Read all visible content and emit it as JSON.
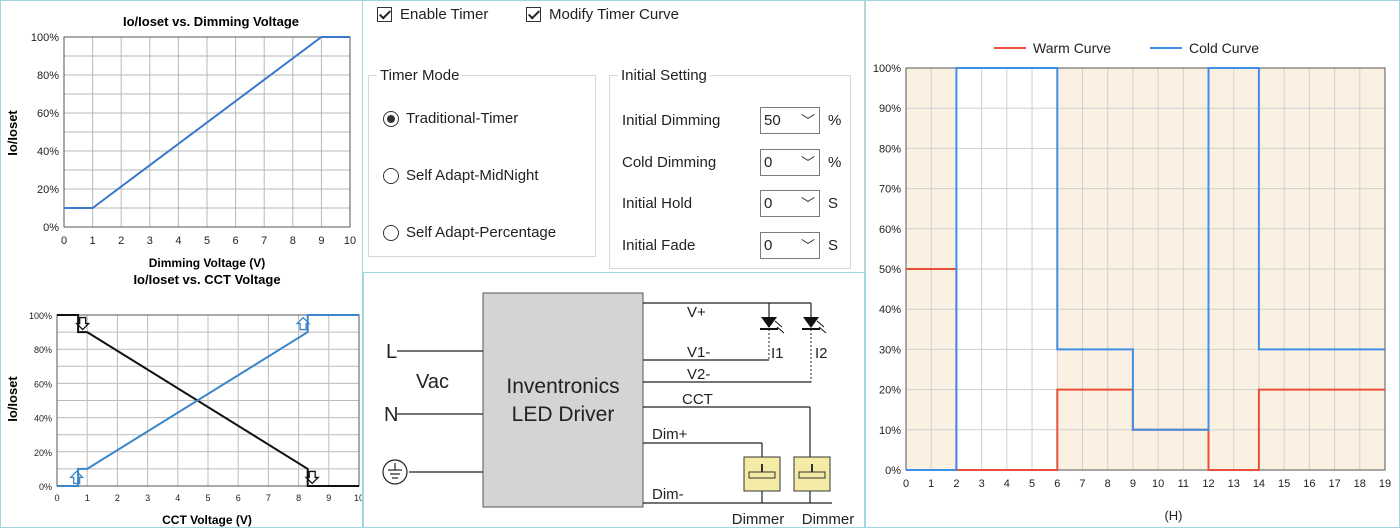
{
  "left_charts": {
    "dimming_chart": {
      "title": "Io/Ioset vs. Dimming Voltage",
      "xlabel": "Dimming Voltage (V)",
      "ylabel": "Io/Ioset",
      "xticks": [
        "0",
        "1",
        "2",
        "3",
        "4",
        "5",
        "6",
        "7",
        "8",
        "9",
        "10"
      ],
      "yticks": [
        "0%",
        "20%",
        "40%",
        "60%",
        "80%",
        "100%"
      ]
    },
    "cct_chart": {
      "title": "Io/Ioset vs. CCT Voltage",
      "xlabel": "CCT Voltage (V)",
      "ylabel": "Io/Ioset",
      "xticks": [
        "0",
        "1",
        "2",
        "3",
        "4",
        "5",
        "6",
        "7",
        "8",
        "9",
        "10"
      ],
      "yticks": [
        "0%",
        "20%",
        "40%",
        "60%",
        "80%",
        "100%"
      ]
    }
  },
  "settings": {
    "enable_timer_label": "Enable Timer",
    "modify_curve_label": "Modify Timer Curve",
    "timer_mode": {
      "legend": "Timer Mode",
      "options": [
        "Traditional-Timer",
        "Self Adapt-MidNight",
        "Self Adapt-Percentage"
      ],
      "selected": "Traditional-Timer"
    },
    "initial_setting": {
      "legend": "Initial Setting",
      "rows": [
        {
          "label": "Initial Dimming",
          "value": "50",
          "unit": "%"
        },
        {
          "label": "Cold Dimming",
          "value": "0",
          "unit": "%"
        },
        {
          "label": "Initial Hold",
          "value": "0",
          "unit": "S"
        },
        {
          "label": "Initial Fade",
          "value": "0",
          "unit": "S"
        }
      ]
    }
  },
  "wiring": {
    "driver_line1": "Inventronics",
    "driver_line2": "LED Driver",
    "input_L": "L",
    "input_N": "N",
    "input_vac": "Vac",
    "out_vplus": "V+",
    "out_v1": "V1-",
    "out_v2": "V2-",
    "out_cct": "CCT",
    "out_dimplus": "Dim+",
    "out_dimminus": "Dim-",
    "label_i1": "I1",
    "label_i2": "I2",
    "dimmer1": "Dimmer",
    "dimmer2": "Dimmer"
  },
  "chart_data": [
    {
      "type": "line",
      "title": "Io/Ioset vs. Dimming Voltage",
      "xlabel": "Dimming Voltage (V)",
      "ylabel": "Io/Ioset",
      "xlim": [
        0,
        10
      ],
      "ylim": [
        0,
        100
      ],
      "grid": true,
      "series": [
        {
          "x": [
            0,
            1,
            9,
            10
          ],
          "y": [
            10,
            10,
            100,
            100
          ],
          "color": "#3b78c8"
        }
      ]
    },
    {
      "type": "line",
      "title": "Io/Ioset vs. CCT Voltage",
      "xlabel": "CCT Voltage (V)",
      "ylabel": "Io/Ioset",
      "xlim": [
        0,
        10
      ],
      "ylim": [
        0,
        100
      ],
      "grid": true,
      "series": [
        {
          "x": [
            0,
            0.7,
            0.7,
            1,
            8.3,
            8.3,
            10
          ],
          "y": [
            100,
            100,
            90,
            90,
            10,
            0,
            0
          ],
          "color": "#111111"
        },
        {
          "x": [
            0,
            0.7,
            0.7,
            1,
            8.3,
            8.3,
            10
          ],
          "y": [
            0,
            0,
            10,
            10,
            90,
            100,
            100
          ],
          "color": "#3b86c8"
        }
      ]
    },
    {
      "type": "line",
      "xlabel": "(H)",
      "ylabel": "",
      "xlim": [
        0,
        19
      ],
      "ylim": [
        0,
        100
      ],
      "xticks": [
        "0",
        "1",
        "2",
        "3",
        "4",
        "5",
        "6",
        "7",
        "8",
        "9",
        "10",
        "11",
        "12",
        "13",
        "14",
        "15",
        "16",
        "17",
        "18",
        "19"
      ],
      "yticks": [
        "0%",
        "10%",
        "20%",
        "30%",
        "40%",
        "50%",
        "60%",
        "70%",
        "80%",
        "90%",
        "100%"
      ],
      "grid": true,
      "legend_position": "top",
      "series": [
        {
          "name": "Warm Curve",
          "color": "#e8503a",
          "x": [
            0,
            2,
            2,
            6,
            6,
            9,
            9,
            12,
            12,
            14,
            14,
            19
          ],
          "y": [
            50,
            50,
            0,
            0,
            20,
            20,
            10,
            10,
            0,
            0,
            20,
            20
          ]
        },
        {
          "name": "Cold Curve",
          "color": "#3f8fe6",
          "x": [
            0,
            2,
            2,
            6,
            6,
            9,
            9,
            12,
            12,
            14,
            14,
            19
          ],
          "y": [
            0,
            0,
            100,
            100,
            30,
            30,
            10,
            10,
            100,
            100,
            30,
            30
          ]
        }
      ]
    }
  ]
}
